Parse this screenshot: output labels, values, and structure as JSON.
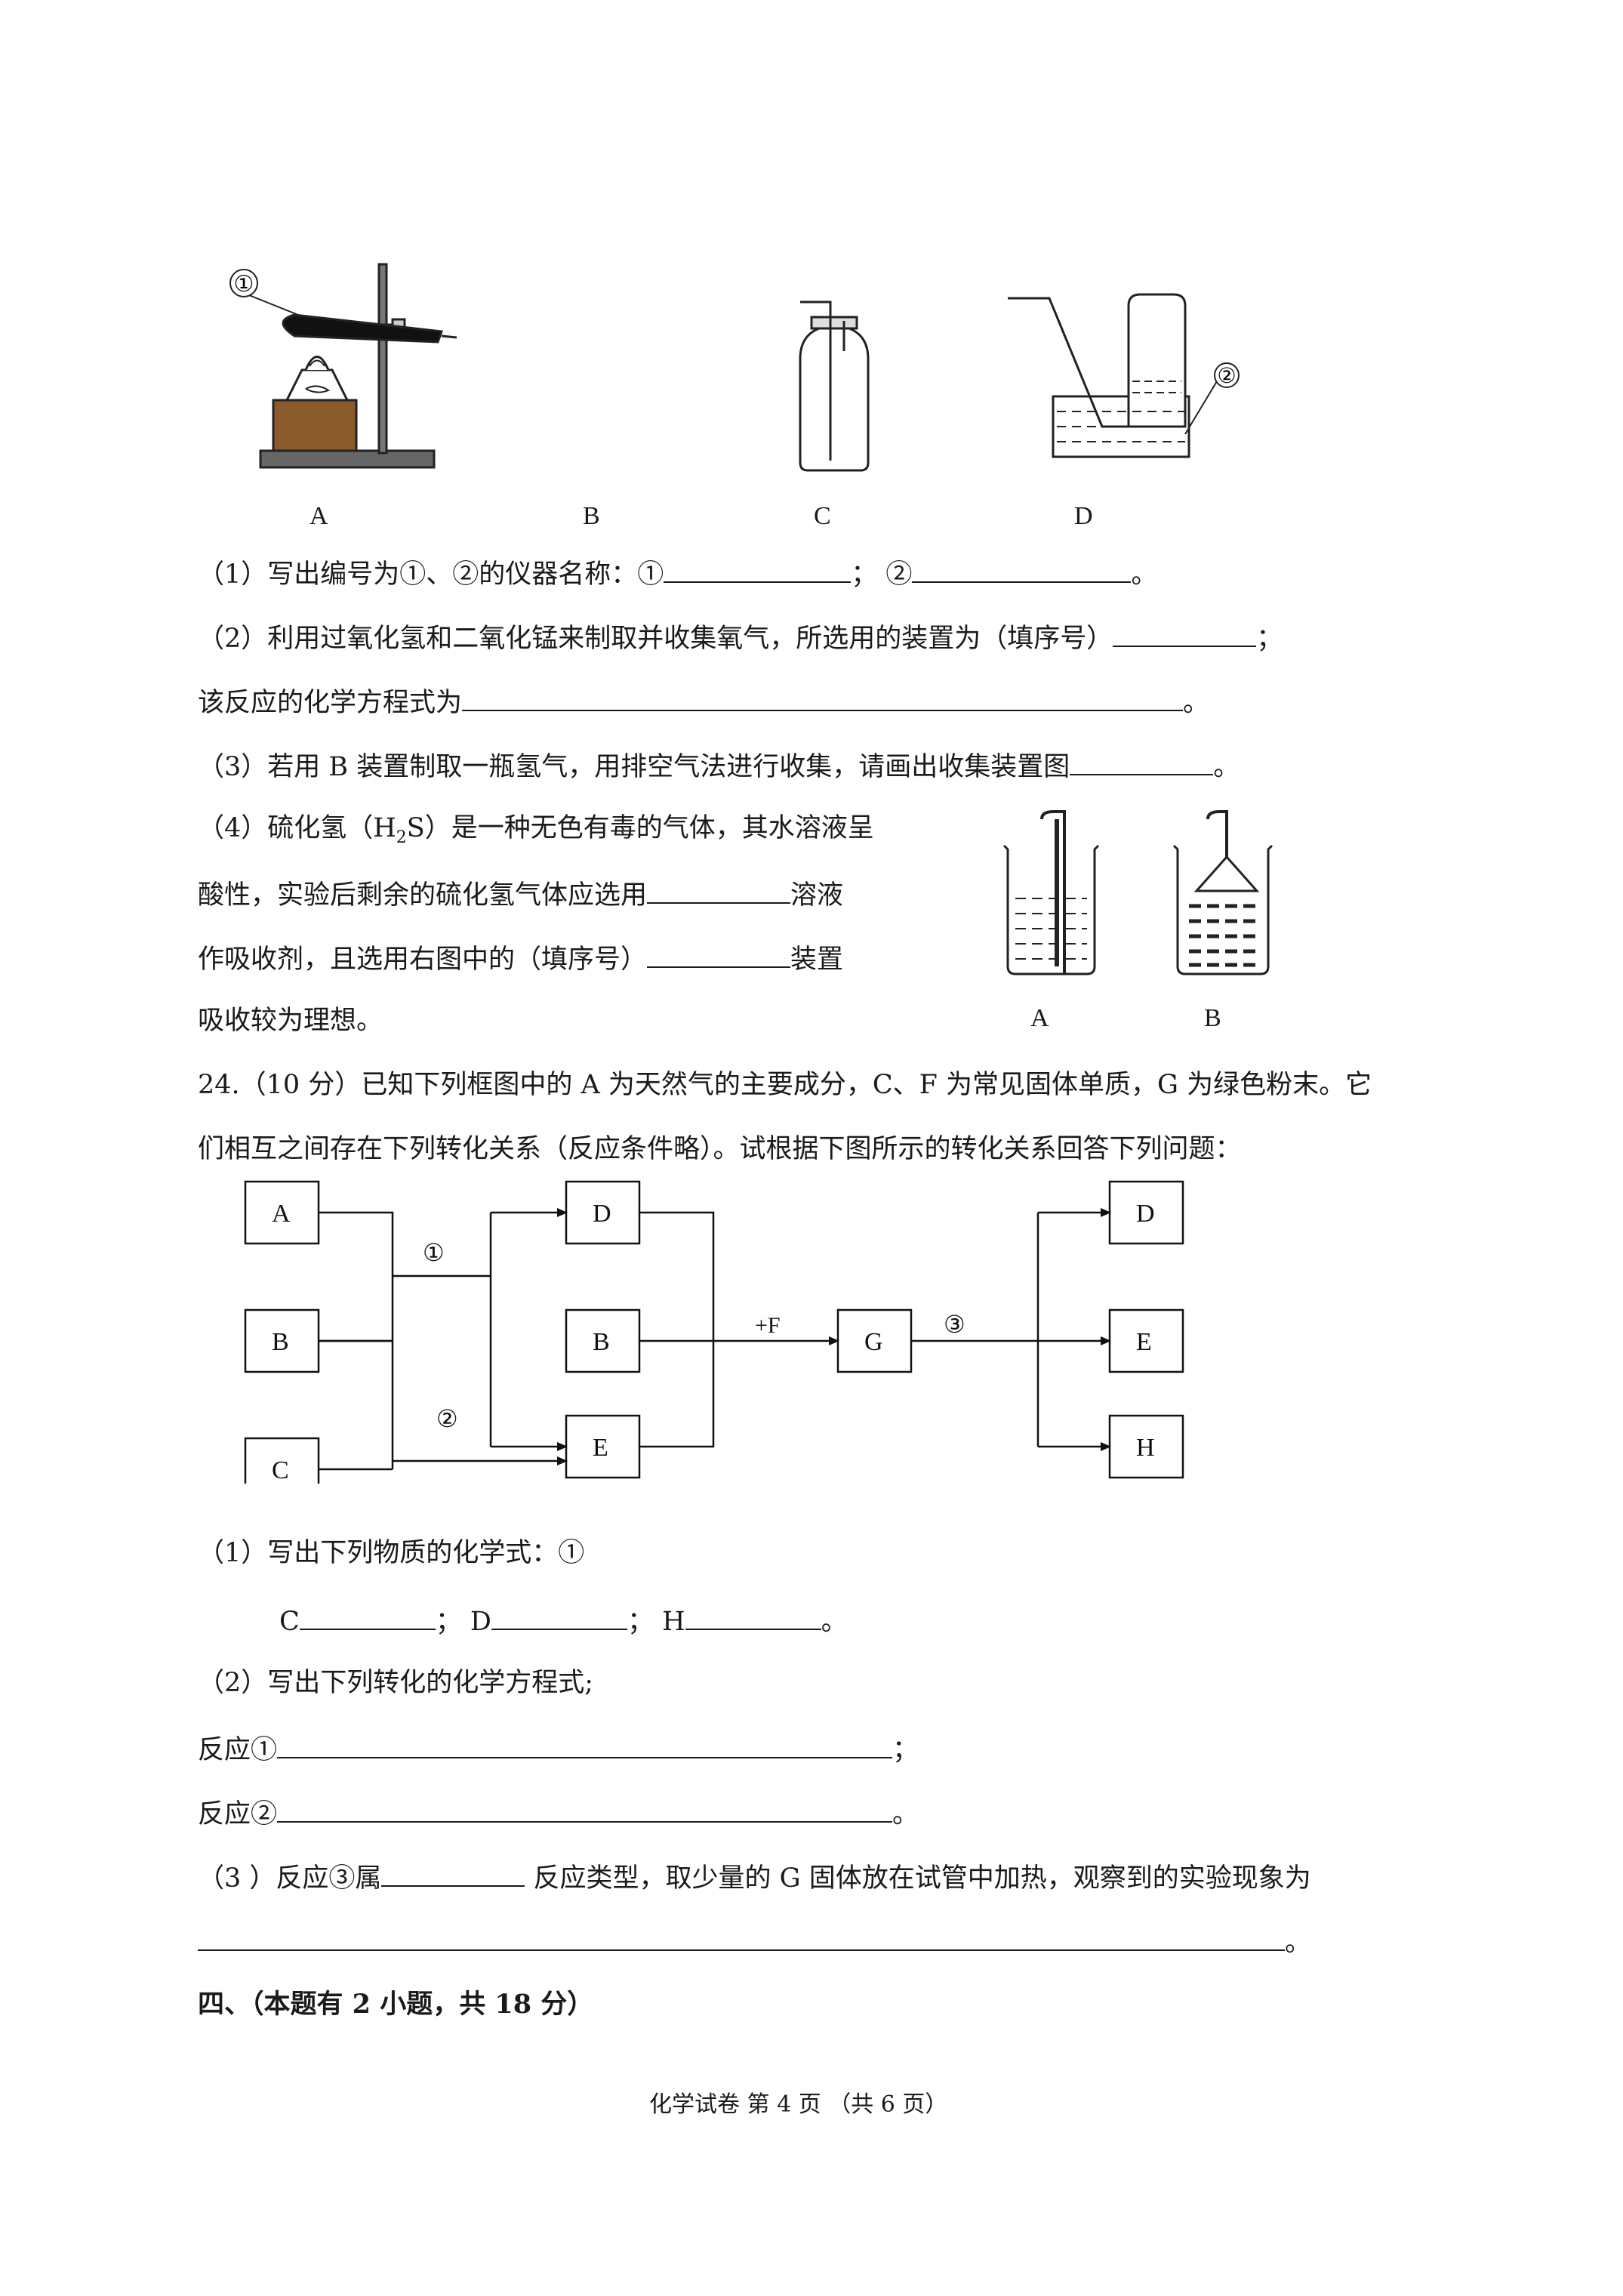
{
  "apparatus": {
    "labels": [
      "A",
      "B",
      "C",
      "D"
    ],
    "marker_1": "①",
    "marker_2": "②"
  },
  "q23": {
    "p1_prefix": "（1）写出编号为①、②的仪器名称：①",
    "p1_sep": "；  ②",
    "p1_end": "。",
    "p2_line1": "（2）利用过氧化氢和二氧化锰来制取并收集氧气，所选用的装置为（填序号）",
    "p2_line1_end": "；",
    "p2_line2": "该反应的化学方程式为",
    "p2_line2_end": "。",
    "p3": "（3）若用 B 装置制取一瓶氢气，用排空气法进行收集，请画出收集装置图",
    "p3_end": "。",
    "p4_line1_a": "（4）硫化氢（H",
    "p4_line1_sub": "2",
    "p4_line1_b": "S）是一种无色有毒的气体，其水溶液呈",
    "p4_line2": "酸性，实验后剩余的硫化氢气体应选用",
    "p4_line2_end": "溶液",
    "p4_line3": "作吸收剂，且选用右图中的（填序号）",
    "p4_line3_end": "装置",
    "p4_line4": "吸收较为理想。",
    "beaker_labels": [
      "A",
      "B"
    ]
  },
  "q24": {
    "intro_line1": "24.（10 分）已知下列框图中的 A 为天然气的主要成分，C、F 为常见固体单质，G 为绿色粉末。它",
    "intro_line2": "们相互之间存在下列转化关系（反应条件略）。试根据下图所示的转化关系回答下列问题：",
    "diagram": {
      "boxes": [
        "A",
        "B",
        "C",
        "D",
        "B",
        "E",
        "G",
        "D",
        "E",
        "H"
      ],
      "arrow_labels": [
        "①",
        "②",
        "+F",
        "③"
      ]
    },
    "p1": "（1）写出下列物质的化学式：①",
    "p1_c": "C",
    "p1_d": "；  D",
    "p1_h": "；  H",
    "p1_end": "。",
    "p2": "（2）写出下列转化的化学方程式;",
    "r1": "反应①",
    "r1_end": "；",
    "r2": "反应②",
    "r2_end": "。",
    "p3_a": "（3 ）反应③属",
    "p3_b": " 反应类型，取少量的 G  固体放在试管中加热，观察到的实验现象为",
    "p3_end": "。"
  },
  "section4": "四、（本题有 2 小题，共 18 分）",
  "footer": "化学试卷    第  4  页      （共 6 页）"
}
